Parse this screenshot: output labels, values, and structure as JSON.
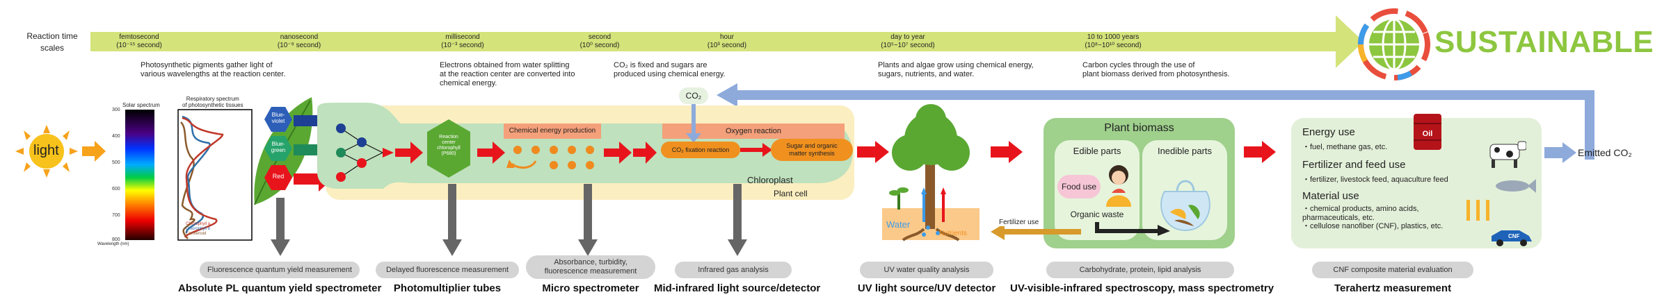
{
  "timeline": {
    "row_label": [
      "Reaction time",
      "scales"
    ],
    "ticks": [
      {
        "unit": "femtosecond",
        "value": "(10⁻¹⁵ second)"
      },
      {
        "unit": "nanosecond",
        "value": "(10⁻⁹ second)"
      },
      {
        "unit": "millisecond",
        "value": "(10⁻³ second)"
      },
      {
        "unit": "second",
        "value": "(10⁰ second)"
      },
      {
        "unit": "hour",
        "value": "(10³ second)"
      },
      {
        "unit": "day to year",
        "value": "(10⁵~10⁷ second)"
      },
      {
        "unit": "10 to 1000 years",
        "value": "(10⁸~10¹⁰ second)"
      }
    ],
    "descriptions": [
      [
        "Photosynthetic pigments gather light of",
        "various wavelengths at the reaction center."
      ],
      [
        "Electrons obtained from water splitting",
        "at the reaction center are converted into",
        "chemical energy."
      ],
      [
        "CO₂ is fixed and sugars are",
        "produced using chemical energy."
      ],
      [
        "Plants and algae grow using chemical energy,",
        "sugars, nutrients, and water."
      ],
      [
        "Carbon cycles through the use of",
        "plant biomass derived from photosynthesis."
      ]
    ]
  },
  "sustainable": "SUSTAINABLE",
  "light": "light",
  "spectrum": {
    "solar_title": "Solar spectrum",
    "resp_title": [
      "Respiratory spectrum",
      "of photosynthetic tissues"
    ],
    "wavelengths": [
      "300",
      "400",
      "500",
      "600",
      "700",
      "800"
    ],
    "axis_label": "Wavelength (nm)",
    "legend": [
      "Chlorophyll a",
      "Chlorophyll b",
      "Carotenoid"
    ],
    "colors": {
      "chl_a": "#c0392b",
      "chl_b": "#2e6ea6",
      "carotenoid": "#8a5a2b"
    }
  },
  "pigments": {
    "blue_violet": [
      "Blue-",
      "violet"
    ],
    "blue_green": [
      "Blue-",
      "green"
    ],
    "red": "Red"
  },
  "chloroplast": {
    "reaction_center": [
      "Reaction",
      "center",
      "chlorophyll",
      "(P680)"
    ],
    "chemical_energy": "Chemical energy production",
    "oxygen": "Oxygen reaction",
    "co2": "CO₂",
    "co2_fixation": "CO₂ fixation reaction",
    "sugar": [
      "Sugar and organic",
      "matter synthesis"
    ],
    "chloroplast_label": "Chloroplast",
    "plant_cell_label": "Plant cell"
  },
  "water": {
    "water": "Water",
    "nutrients": "Nutrients"
  },
  "fertilizer_use": "Fertilizer use",
  "biomass": {
    "title": "Plant biomass",
    "edible": "Edible parts",
    "inedible": "Inedible parts",
    "food_use": "Food use",
    "organic_waste": "Organic waste"
  },
  "energy_panel": {
    "energy_title": "Energy use",
    "energy_items": [
      "・fuel, methane gas, etc."
    ],
    "feed_title": "Fertilizer and feed use",
    "feed_items": [
      "・fertilizer, livestock feed, aquaculture feed"
    ],
    "material_title": "Material use",
    "material_items": [
      "・chemical products, amino acids,",
      "  pharmaceuticals, etc.",
      "・cellulose nanofiber (CNF), plastics, etc."
    ],
    "oil_label": "Oil",
    "cnf_label": "CNF"
  },
  "emitted_co2": "Emitted CO₂",
  "measurements": [
    "Fluorescence quantum yield measurement",
    "Delayed fluorescence measurement",
    [
      "Absorbance, turbidity,",
      "fluorescence measurement"
    ],
    "Infrared gas analysis",
    "UV water quality analysis",
    "Carbohydrate, protein, lipid analysis",
    "CNF composite material evaluation"
  ],
  "instruments": [
    "Absolute PL quantum yield spectrometer",
    "Photomultiplier tubes",
    "Micro spectrometer",
    "Mid-infrared light source/detector",
    "UV light source/UV detector",
    "UV-visible-infrared spectroscopy, mass spectrometry",
    "Terahertz measurement"
  ],
  "colors": {
    "timeline_green": "#d4e37a",
    "arrow_red": "#e8141c",
    "chloroplast_green": "#bfe1bd",
    "cell_yellow": "#fbeec0",
    "biomass_green": "#9fd08c",
    "co2_arrow_blue": "#8eaadb",
    "sustainable_green": "#8dc63f",
    "orange_box": "#f4a07a"
  }
}
